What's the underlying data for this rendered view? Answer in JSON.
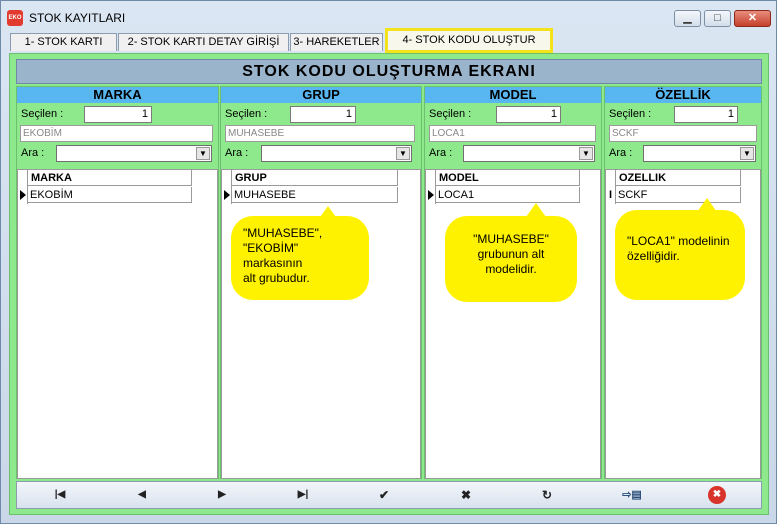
{
  "window": {
    "title": "STOK KAYITLARI",
    "app_icon_text": "EKO"
  },
  "tabs": [
    {
      "label": "1- STOK KARTI"
    },
    {
      "label": "2- STOK KARTI DETAY GİRİŞİ"
    },
    {
      "label": "3- HAREKETLER"
    },
    {
      "label": "4- STOK KODU OLUŞTUR"
    }
  ],
  "panel_title": "STOK KODU OLUŞTURMA EKRANI",
  "columns": [
    {
      "header": "MARKA",
      "secilen_label": "Seçilen :",
      "secilen_value": "1",
      "selected_text": "EKOBİM",
      "ara_label": "Ara :",
      "grid_header": "MARKA",
      "row": "EKOBİM"
    },
    {
      "header": "GRUP",
      "secilen_label": "Seçilen :",
      "secilen_value": "1",
      "selected_text": "MUHASEBE",
      "ara_label": "Ara :",
      "grid_header": "GRUP",
      "row": "MUHASEBE"
    },
    {
      "header": "MODEL",
      "secilen_label": "Seçilen :",
      "secilen_value": "1",
      "selected_text": "LOCA1",
      "ara_label": "Ara :",
      "grid_header": "MODEL",
      "row": "LOCA1"
    },
    {
      "header": "ÖZELLİK",
      "secilen_label": "Seçilen :",
      "secilen_value": "1",
      "selected_text": "SCKF",
      "ara_label": "Ara :",
      "grid_header": "OZELLIK",
      "row": "SCKF"
    }
  ],
  "bubbles": [
    {
      "line1": "\"MUHASEBE\",",
      "line2": "\"EKOBİM\" markasının",
      "line3": "alt grubudur."
    },
    {
      "line1": "\"MUHASEBE\"",
      "line2": "grubunun alt",
      "line3": "modelidir."
    },
    {
      "line1": "\"LOCA1\" modelinin",
      "line2": "özelliğidir.",
      "line3": ""
    }
  ],
  "toolbar": {
    "first": "|◀",
    "prev": "◀",
    "next": "▶",
    "last": "▶|",
    "confirm": "✔",
    "cancel": "✖",
    "refresh": "↻",
    "export": "⇨▤",
    "close": "✖"
  },
  "colors": {
    "panel": "#8ee88c",
    "column_header": "#58b6f1",
    "bubble": "#fff200",
    "active_tab_border": "#f4e21a",
    "close_red": "#d9342b"
  }
}
